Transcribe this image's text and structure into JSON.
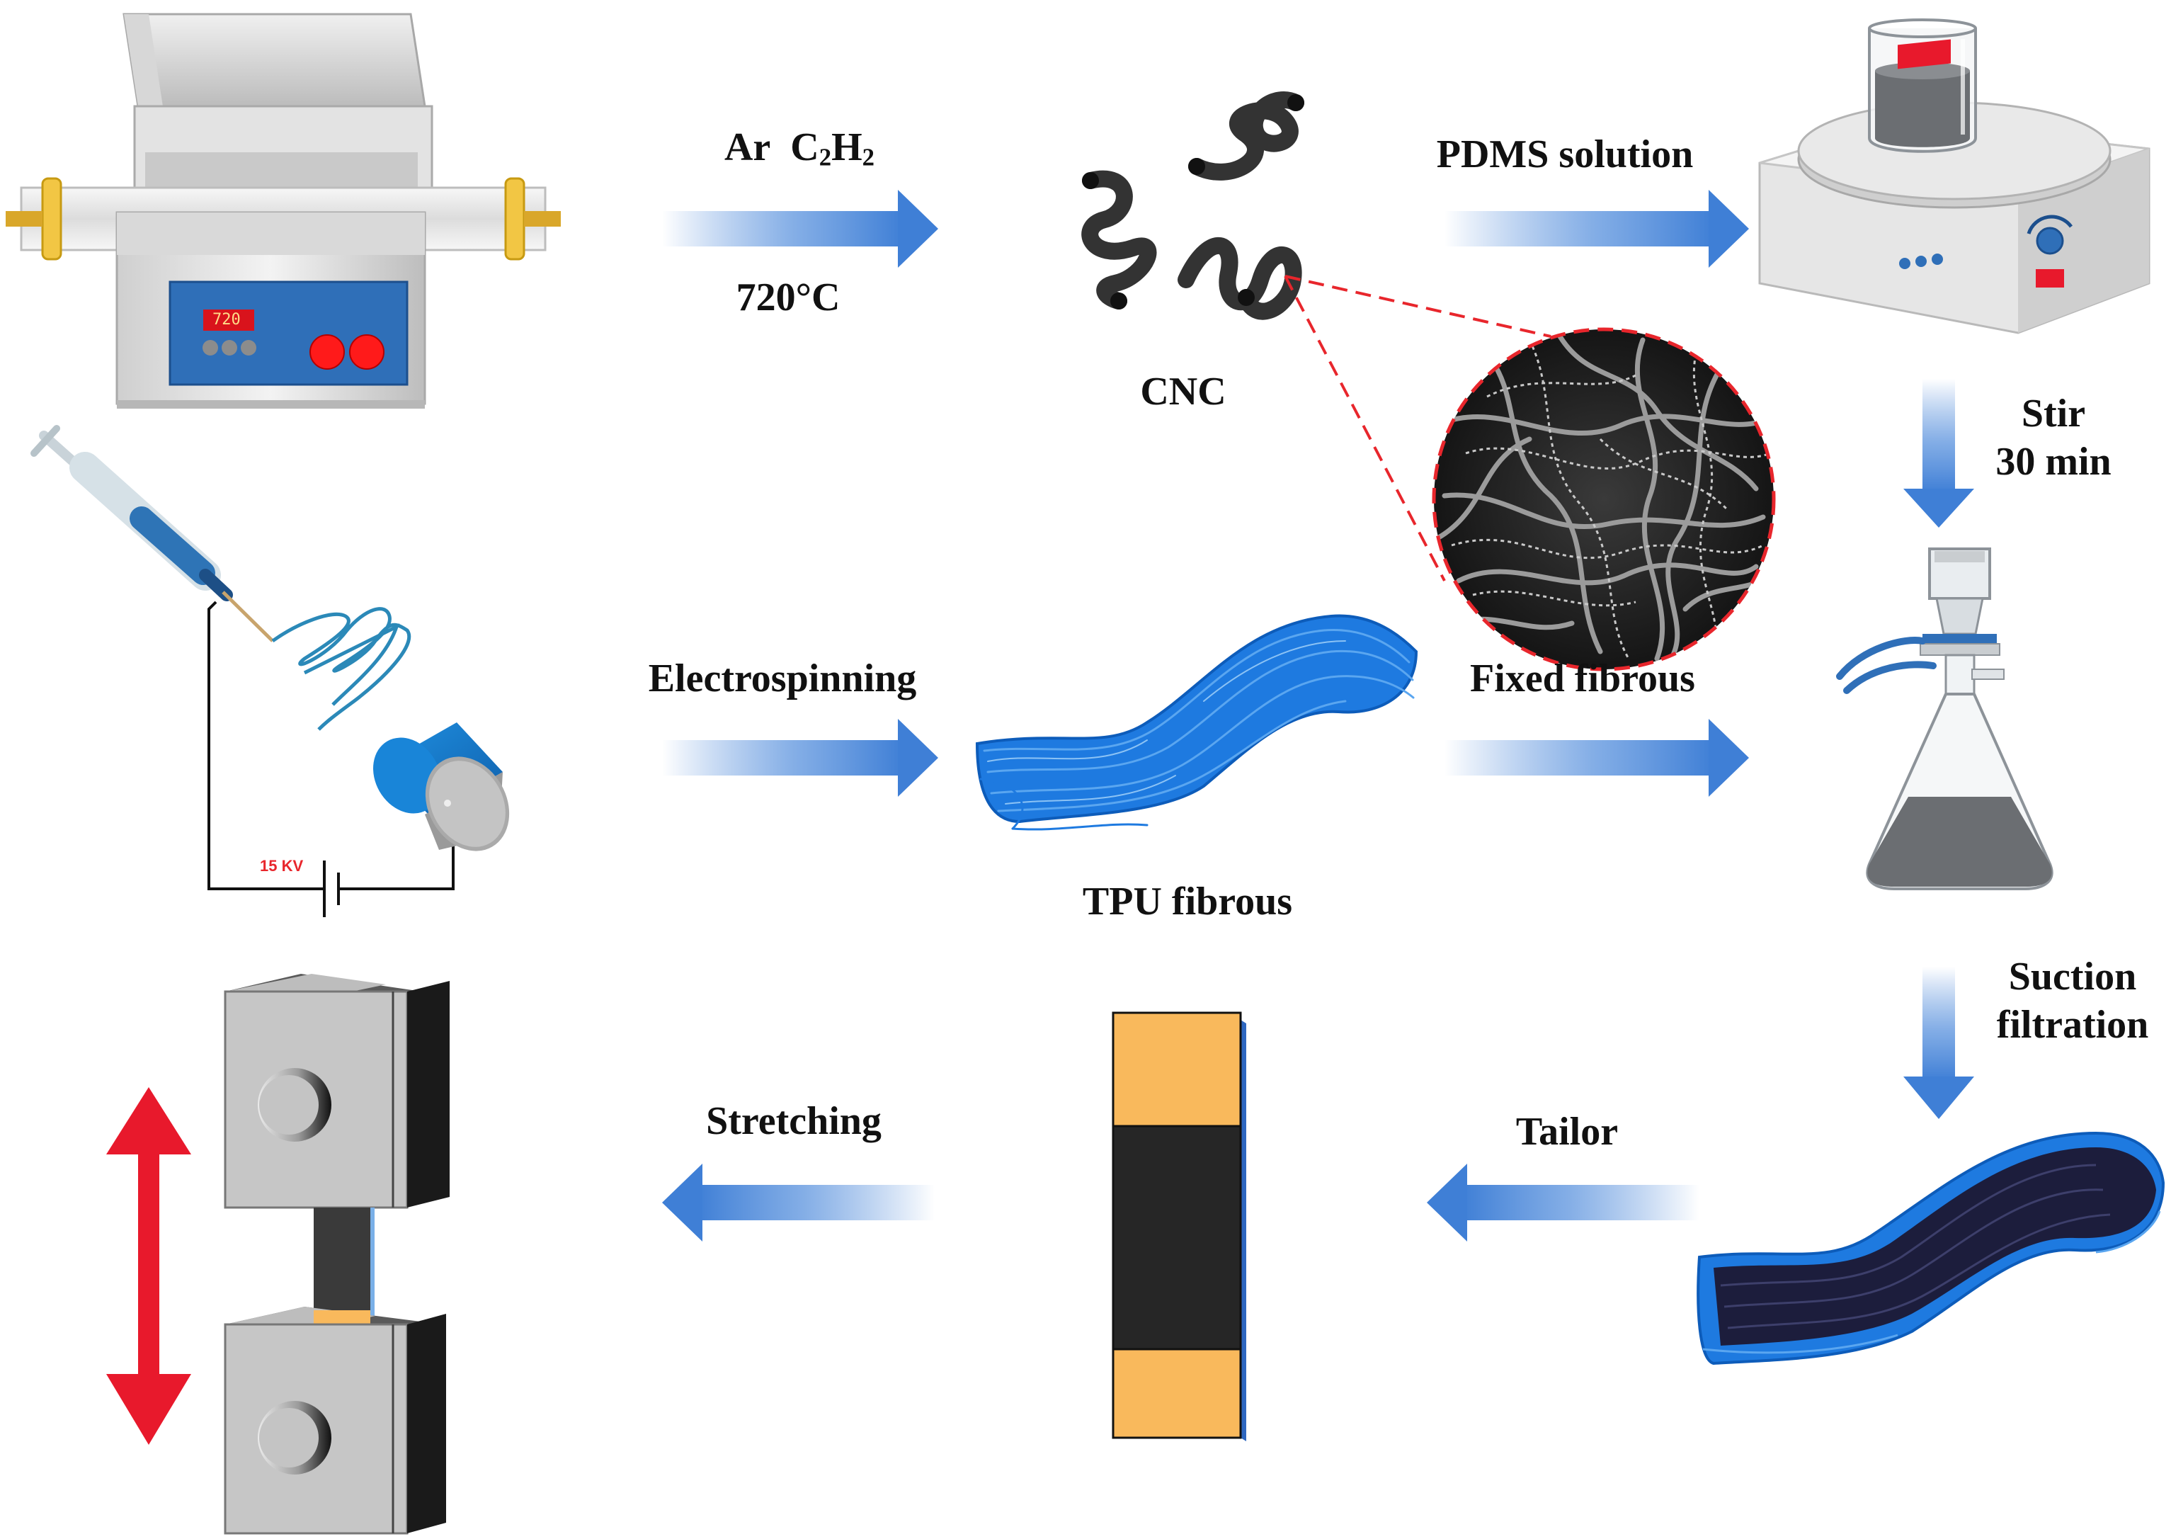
{
  "steps": {
    "cvd": {
      "gas_prefix": "Ar",
      "gas_main": "C",
      "gas_sub1": "2",
      "gas_mid": "H",
      "gas_sub2": "2",
      "temperature": "720°C"
    },
    "cnc": {
      "label": "CNC"
    },
    "pdms": {
      "label": "PDMS solution"
    },
    "stir": {
      "line1": "Stir",
      "line2": "30 min"
    },
    "electrospinning": {
      "label": "Electrospinning",
      "voltage": "15 KV"
    },
    "tpu": {
      "label": "TPU fibrous"
    },
    "fixed": {
      "label": "Fixed fibrous"
    },
    "suction": {
      "line1": "Suction",
      "line2": "filtration"
    },
    "tailor": {
      "label": "Tailor"
    },
    "stretching": {
      "label": "Stretching"
    }
  },
  "furnace": {
    "display": "720"
  },
  "colors": {
    "arrow_blue": "#3f7fd6",
    "stretch_red": "#e8192c",
    "strip_orange": "#f9b95c",
    "strip_black": "#262626",
    "fiber_blue": "#1e7ae0",
    "fiber_dark": "#1c1d3c",
    "dashed_red": "#e8262c",
    "panel_blue": "#2f6fb8"
  },
  "icons": [
    "tube-furnace-icon",
    "syringe-icon",
    "collector-drum-icon",
    "hotplate-beaker-icon",
    "suction-flask-icon",
    "tensile-clamp-icon"
  ]
}
